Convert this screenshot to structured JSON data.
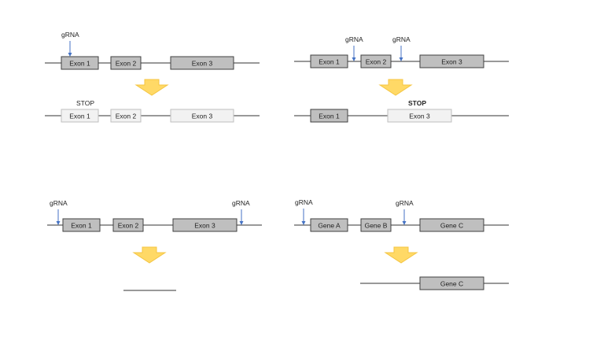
{
  "colors": {
    "line": "#333333",
    "exon_fill": "#bfbfbf",
    "exon_stroke": "#404040",
    "faded_fill": "#f2f2f2",
    "faded_stroke": "#bfbfbf",
    "arrow_blue": "#4472c4",
    "big_arrow_fill": "#ffd966",
    "big_arrow_stroke": "#f4c542"
  },
  "panels": [
    {
      "id": "tl",
      "grna_labels": [
        "gRNA"
      ],
      "top_boxes": [
        "Exon 1",
        "Exon 2",
        "Exon 3"
      ],
      "result_label": "STOP",
      "result_boxes": [
        "Exon 1",
        "Exon 2",
        "Exon 3"
      ]
    },
    {
      "id": "tr",
      "grna_labels": [
        "gRNA",
        "gRNA"
      ],
      "top_boxes": [
        "Exon 1",
        "Exon 2",
        "Exon 3"
      ],
      "result_label": "STOP",
      "result_boxes": [
        "Exon 1",
        "Exon 3"
      ]
    },
    {
      "id": "bl",
      "grna_labels": [
        "gRNA",
        "gRNA"
      ],
      "top_boxes": [
        "Exon 1",
        "Exon 2",
        "Exon 3"
      ],
      "result_boxes": []
    },
    {
      "id": "br",
      "grna_labels": [
        "gRNA",
        "gRNA"
      ],
      "top_boxes": [
        "Gene A",
        "Gene B",
        "Gene C"
      ],
      "result_boxes": [
        "Gene C"
      ]
    }
  ]
}
